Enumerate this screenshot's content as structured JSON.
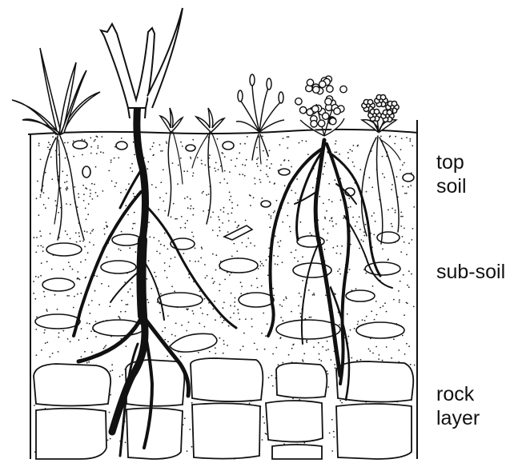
{
  "diagram": {
    "labels": {
      "top_soil": {
        "line1": "top",
        "line2": "soil"
      },
      "sub_soil": {
        "line1": "sub-soil"
      },
      "rock_layer": {
        "line1": "rock",
        "line2": "layer"
      }
    },
    "colors": {
      "ink": "#111111",
      "background": "#ffffff"
    }
  }
}
